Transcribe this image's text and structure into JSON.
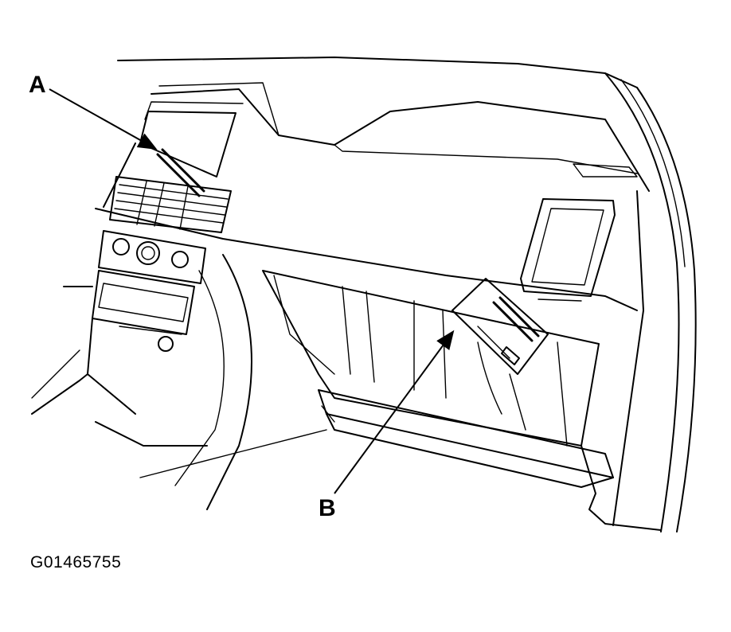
{
  "figure": {
    "callouts": [
      {
        "letter": "A"
      },
      {
        "letter": "B"
      }
    ],
    "figure_id": "G01465755"
  }
}
